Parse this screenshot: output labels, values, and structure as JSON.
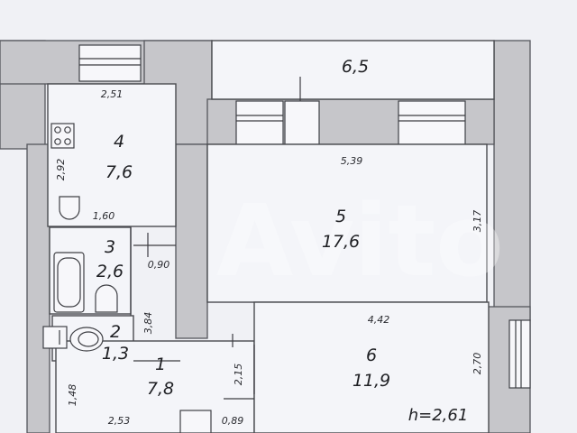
{
  "outdoor_area": "6,5",
  "rooms": [
    {
      "number": "4",
      "area": "7,6"
    },
    {
      "number": "3",
      "area": "2,6"
    },
    {
      "number": "2",
      "area": "1,3"
    },
    {
      "number": "1",
      "area": "7,8"
    },
    {
      "number": "5",
      "area": "17,6"
    },
    {
      "number": "6",
      "area": "11,9"
    }
  ],
  "dimensions": {
    "kitchen_width": "2,51",
    "kitchen_height": "2,92",
    "kitchen_bottom": "1,60",
    "bath_door": "0,90",
    "wc_height": "3,84",
    "hall_height": "1,48",
    "hall_width": "2,53",
    "hall_door_width": "0,89",
    "hall_door_height": "2,15",
    "room5_width": "5,39",
    "room5_height": "3,17",
    "room6_width": "4,42",
    "room6_height": "2,70"
  },
  "ceiling_height": "h=2,61",
  "watermark": "Avito"
}
